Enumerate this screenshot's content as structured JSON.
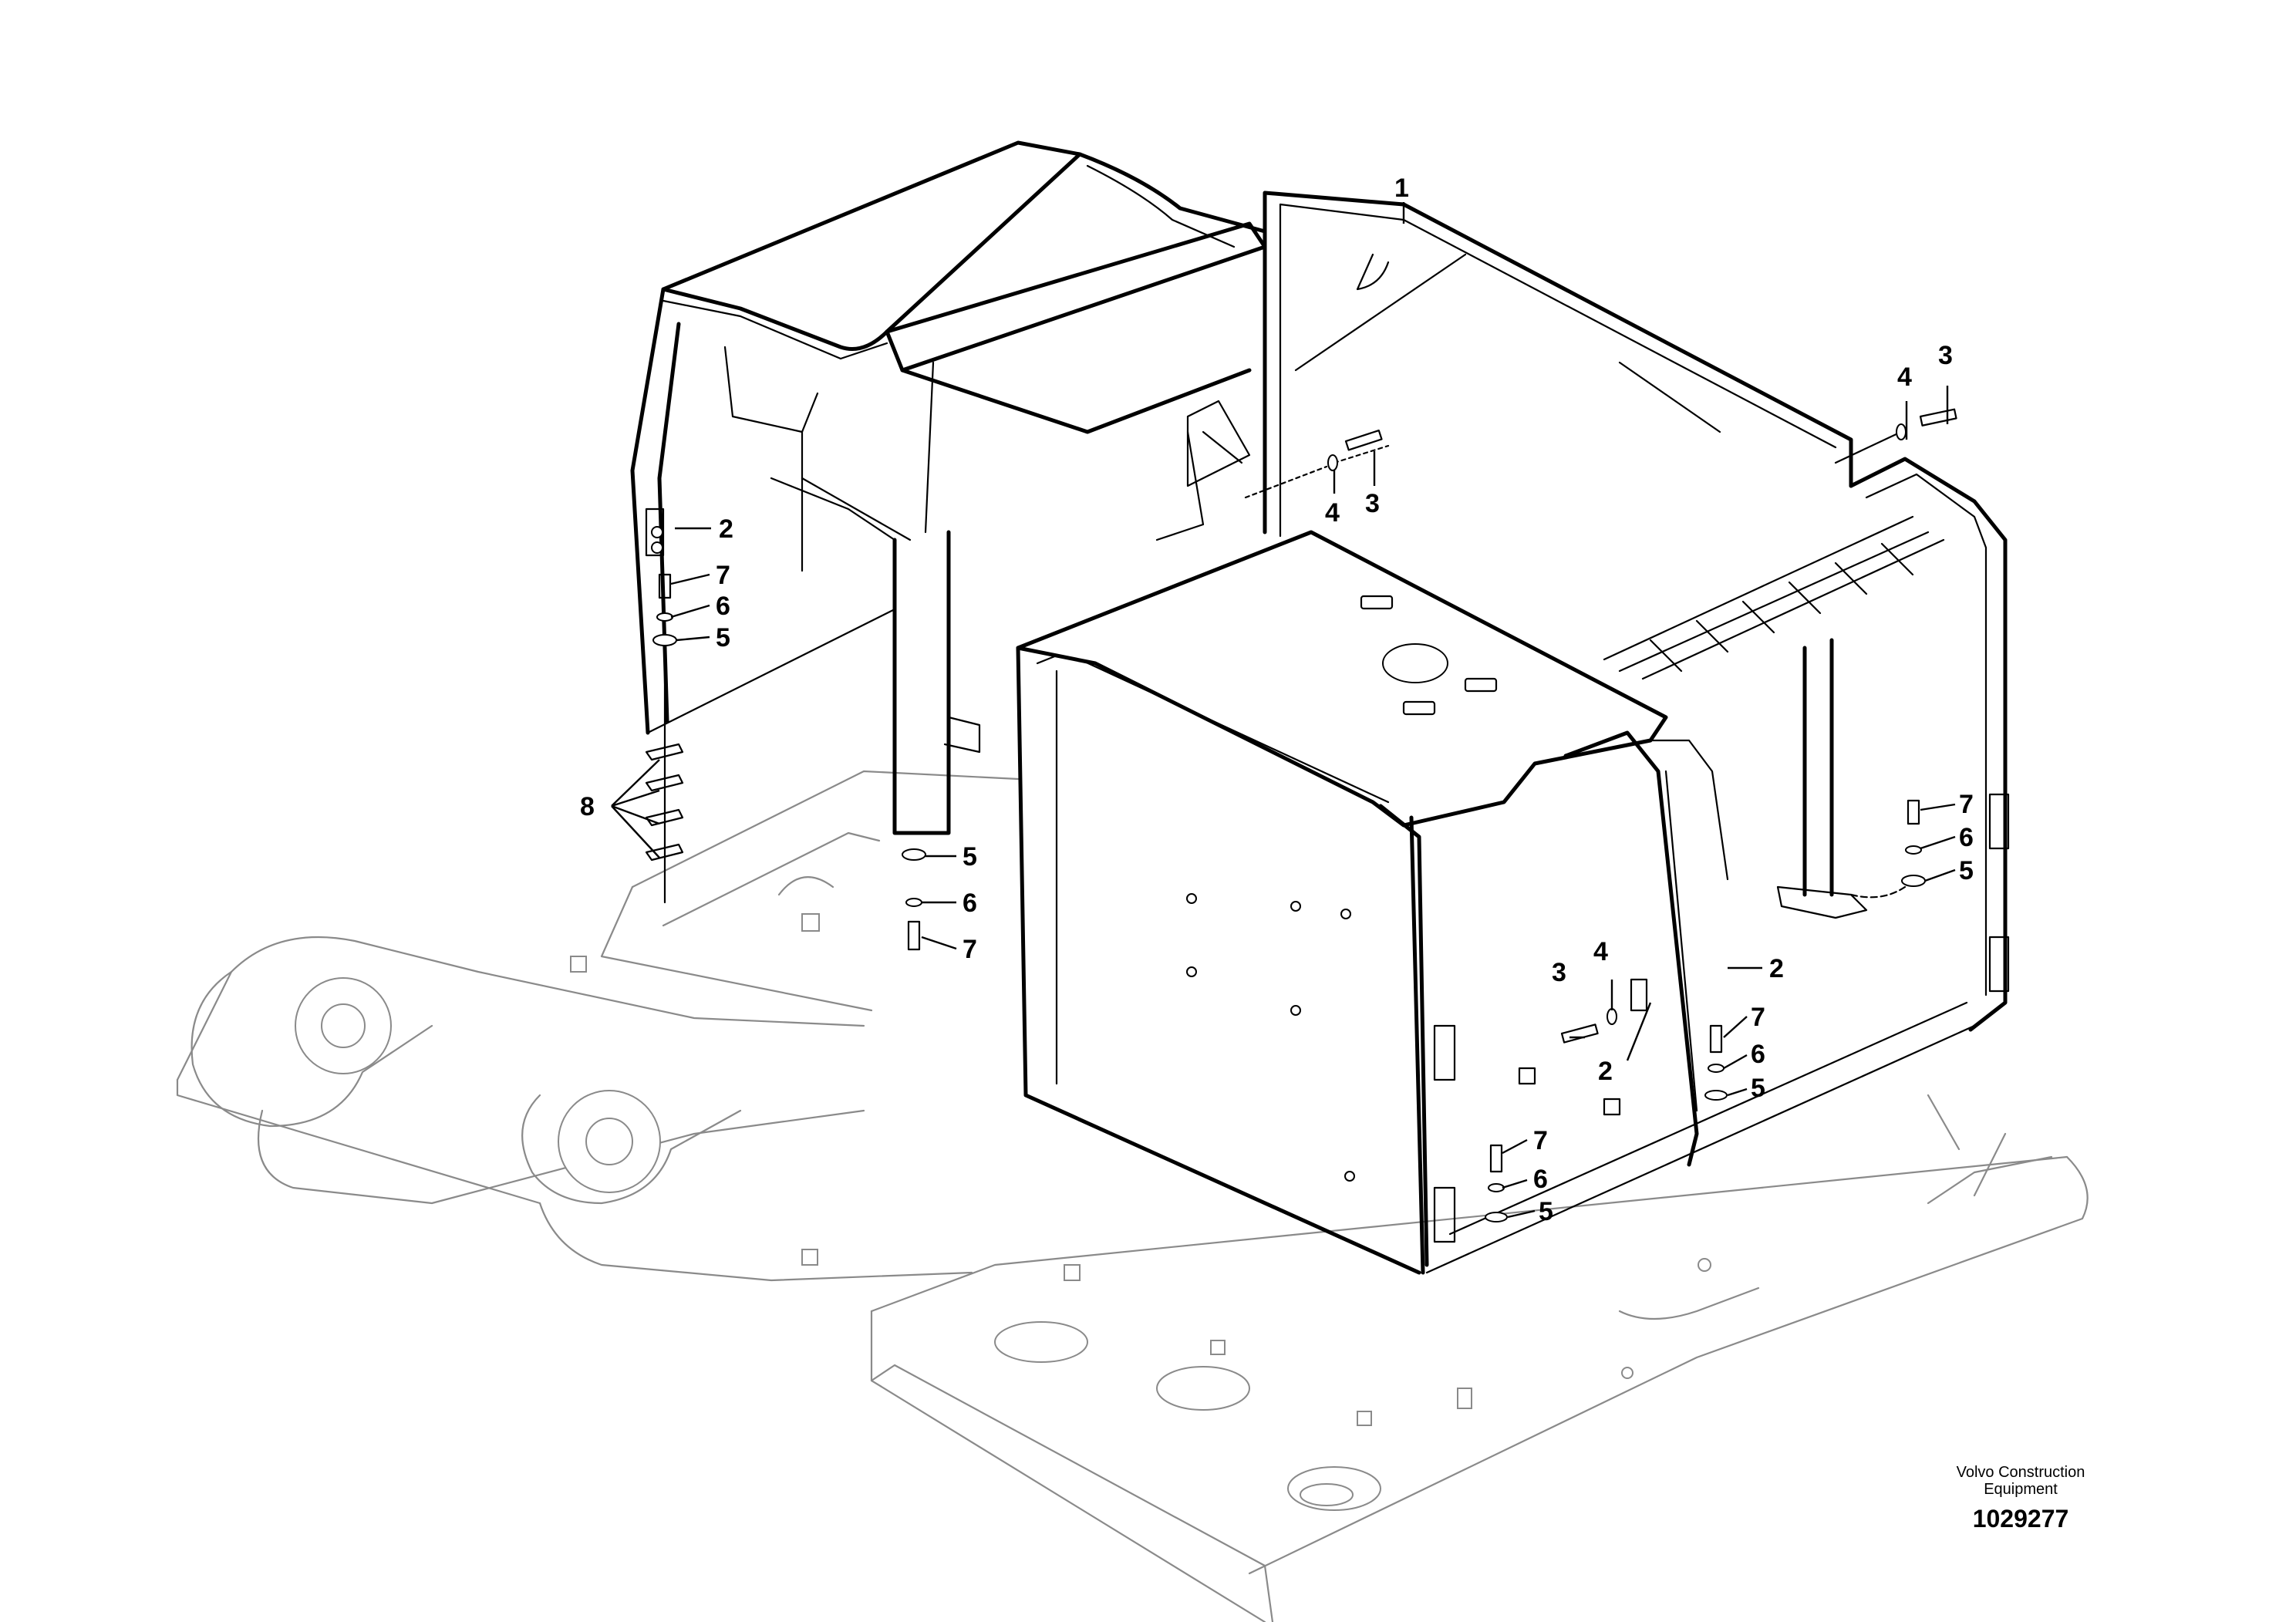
{
  "diagram": {
    "callouts": [
      {
        "id": "c1",
        "label": "1"
      },
      {
        "id": "c2a",
        "label": "2"
      },
      {
        "id": "c7a",
        "label": "7"
      },
      {
        "id": "c6a",
        "label": "6"
      },
      {
        "id": "c5a",
        "label": "5"
      },
      {
        "id": "c8",
        "label": "8"
      },
      {
        "id": "c4a",
        "label": "4"
      },
      {
        "id": "c3a",
        "label": "3"
      },
      {
        "id": "c4b",
        "label": "4"
      },
      {
        "id": "c3b",
        "label": "3"
      },
      {
        "id": "c5b",
        "label": "5"
      },
      {
        "id": "c6b",
        "label": "6"
      },
      {
        "id": "c7b",
        "label": "7"
      },
      {
        "id": "c7c",
        "label": "7"
      },
      {
        "id": "c6c",
        "label": "6"
      },
      {
        "id": "c5c",
        "label": "5"
      },
      {
        "id": "c2b",
        "label": "2"
      },
      {
        "id": "c3c",
        "label": "3"
      },
      {
        "id": "c4c",
        "label": "4"
      },
      {
        "id": "c2c",
        "label": "2"
      },
      {
        "id": "c7d",
        "label": "7"
      },
      {
        "id": "c6d",
        "label": "6"
      },
      {
        "id": "c5d",
        "label": "5"
      },
      {
        "id": "c7e",
        "label": "7"
      },
      {
        "id": "c6e",
        "label": "6"
      },
      {
        "id": "c5e",
        "label": "5"
      }
    ]
  },
  "brand": {
    "line1": "Volvo Construction",
    "line2": "Equipment",
    "drawing_number": "1029277"
  }
}
